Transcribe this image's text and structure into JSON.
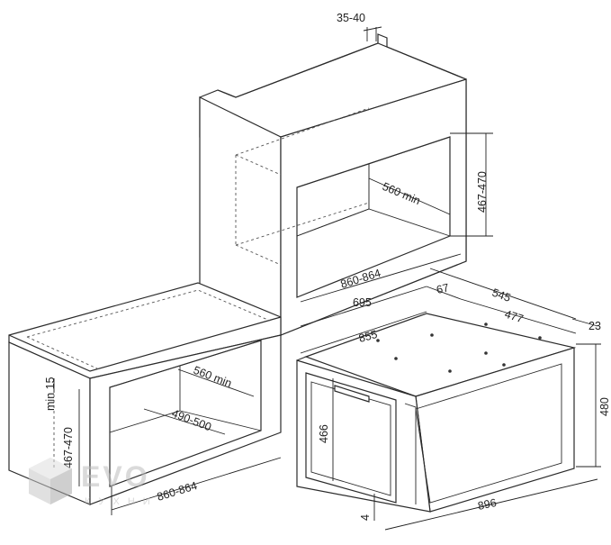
{
  "dimensions": {
    "gap_top": "35-40",
    "upper_niche_height": "467-470",
    "upper_niche_depth": "560 min",
    "upper_width": "860-864",
    "lower_min": "min 15",
    "lower_niche_height": "467-470",
    "lower_niche_depth": "560 min",
    "lower_inner_depth": "490-500",
    "lower_width": "860-864",
    "oven_top_width": "695",
    "oven_offset": "67",
    "oven_depth_total": "545",
    "oven_depth_body": "477",
    "oven_side": "23",
    "oven_body_width": "855",
    "oven_front_height": "466",
    "oven_total_height": "480",
    "oven_bottom": "4",
    "oven_total_width": "896"
  },
  "watermark": {
    "brand": "EVO",
    "subtitle": "КУХНИ"
  }
}
